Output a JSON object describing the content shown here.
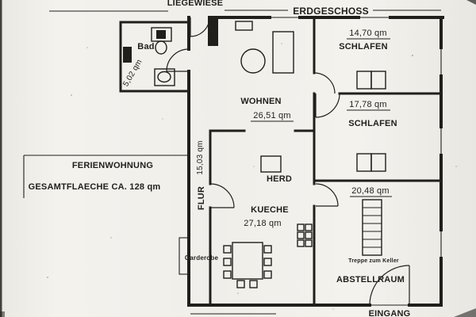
{
  "plan": {
    "site_label": "LIEGEWIESE",
    "floor_label": "ERDGESCHOSS",
    "title": "FERIENWOHNUNG",
    "total_area": "GESAMTFLAECHE CA. 128 qm",
    "rooms": {
      "bad": {
        "name": "Bad",
        "area": "5,02 qm"
      },
      "schlafen_top": {
        "name": "SCHLAFEN",
        "area": "14,70 qm"
      },
      "schlafen_mid": {
        "name": "SCHLAFEN",
        "area": "17,78 qm"
      },
      "wohnen": {
        "name": "WOHNEN",
        "area": "26,51 qm"
      },
      "flur": {
        "name": "FLUR",
        "area": "15,03 qm"
      },
      "kueche": {
        "name": "KUECHE",
        "area": "27,18 qm"
      },
      "abstellraum": {
        "name": "ABSTELLRAUM",
        "area": "20,48 qm"
      }
    },
    "annotations": {
      "herd": "HERD",
      "garderobe": "Garderobe",
      "treppe_zum_keller": "Treppe zum Keller",
      "eingang": "EINGANG"
    },
    "icons": {
      "round_table": "circle",
      "sofa": "rect",
      "sideboard": "rect",
      "bed": "double-square",
      "stove": "rect",
      "dining_table": "rect-with-chair-squares",
      "kitchen_counter": "square-grid",
      "stairs": "rect-with-rungs",
      "toilet": "rect-with-bowl",
      "sink": "rect-with-basin",
      "radiator": "filled-rect",
      "wardrobe_niche": "rect",
      "door_swing": "quarter-arc"
    },
    "colors": {
      "paper": "#f4f2ed",
      "ink": "#201f1b"
    }
  }
}
